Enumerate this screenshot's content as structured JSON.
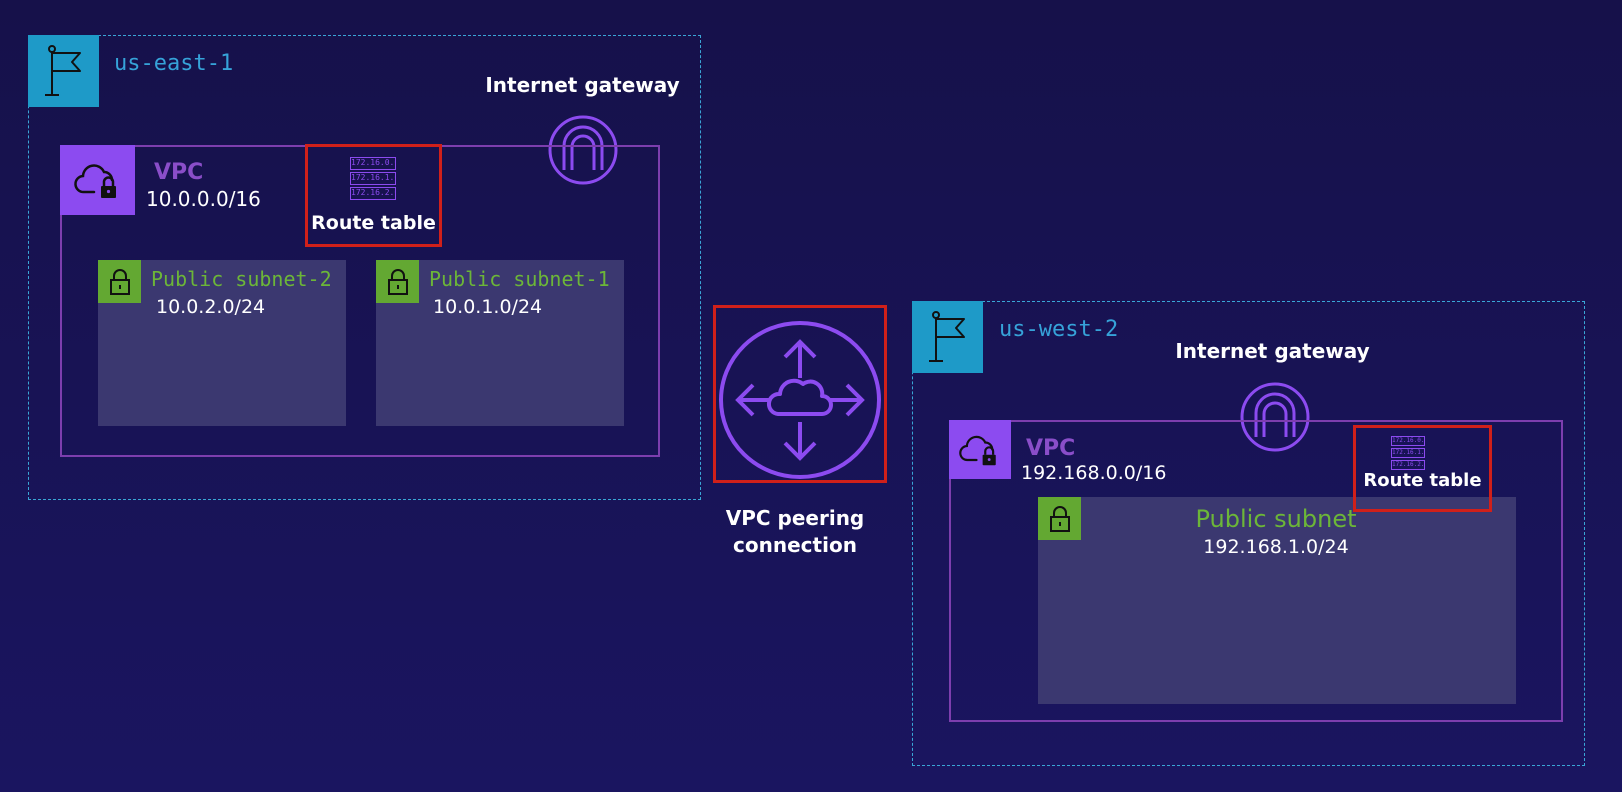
{
  "east": {
    "region": "us-east-1",
    "igw_label": "Internet gateway",
    "vpc_label": "VPC",
    "vpc_cidr": "10.0.0.0/16",
    "route_table_label": "Route table",
    "route_entries": [
      "172.16.0.0",
      "172.16.1.0",
      "172.16.2.0"
    ],
    "subnets": [
      {
        "name": "Public subnet-2",
        "cidr": "10.0.2.0/24"
      },
      {
        "name": "Public subnet-1",
        "cidr": "10.0.1.0/24"
      }
    ]
  },
  "peering": {
    "label_line1": "VPC peering",
    "label_line2": "connection"
  },
  "west": {
    "region": "us-west-2",
    "igw_label": "Internet gateway",
    "vpc_label": "VPC",
    "vpc_cidr": "192.168.0.0/16",
    "route_table_label": "Route table",
    "route_entries": [
      "172.16.0.0",
      "172.16.1.0",
      "172.16.2.0"
    ],
    "subnet": {
      "name": "Public subnet",
      "cidr": "192.168.1.0/24"
    }
  },
  "colors": {
    "background": "#1a1560",
    "region_border": "#3aa6d6",
    "vpc_border": "#7d3eae",
    "vpc_icon": "#8c4bf0",
    "subnet_fill": "#3b3870",
    "subnet_label": "#6cb638",
    "highlight": "#d0201a"
  }
}
